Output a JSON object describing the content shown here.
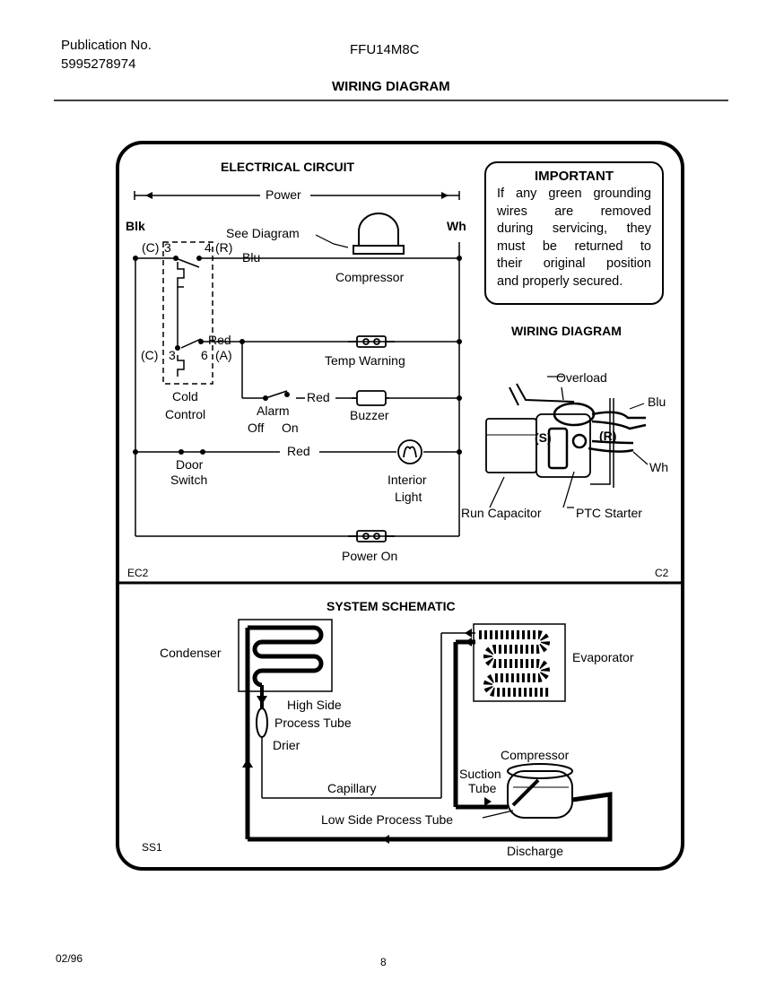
{
  "header": {
    "publication_label": "Publication No.",
    "publication_number": "5995278974",
    "model": "FFU14M8C",
    "page_title": "WIRING DIAGRAM"
  },
  "electrical": {
    "title": "ELECTRICAL CIRCUIT",
    "power": "Power",
    "blk": "Blk",
    "wh": "Wh",
    "c_top": "(C)",
    "n3_top": "3",
    "n4": "4",
    "r": "(R)",
    "see_diagram": "See Diagram",
    "blu": "Blu",
    "compressor": "Compressor",
    "red1": "Red",
    "c_bot": "(C)",
    "n3_bot": "3",
    "n6": "6",
    "a": "(A)",
    "temp_warning": "Temp Warning",
    "cold_control_1": "Cold",
    "cold_control_2": "Control",
    "alarm": "Alarm",
    "off": "Off",
    "on": "On",
    "red2": "Red",
    "buzzer": "Buzzer",
    "door_switch_1": "Door",
    "door_switch_2": "Switch",
    "red3": "Red",
    "interior_light_1": "Interior",
    "interior_light_2": "Light",
    "power_on": "Power On",
    "ec2": "EC2",
    "c2": "C2"
  },
  "important": {
    "title": "IMPORTANT",
    "lines": [
      "If any green grounding",
      "wires are removed",
      "during servicing, they",
      "must be returned to",
      "their original position",
      "and properly secured."
    ]
  },
  "wiring_detail": {
    "title": "WIRING DIAGRAM",
    "overload": "Overload",
    "blu": "Blu",
    "s": "(S)",
    "r": "(R)",
    "wh": "Wh",
    "run_capacitor": "Run Capacitor",
    "ptc_starter": "PTC Starter"
  },
  "schematic": {
    "title": "SYSTEM SCHEMATIC",
    "condenser": "Condenser",
    "evaporator": "Evaporator",
    "high_side_1": "High Side",
    "high_side_2": "Process Tube",
    "drier": "Drier",
    "capillary": "Capillary",
    "compressor": "Compressor",
    "suction_1": "Suction",
    "suction_2": "Tube",
    "low_side": "Low Side Process Tube",
    "discharge": "Discharge",
    "ss1": "SS1"
  },
  "footer": {
    "date": "02/96",
    "page_number": "8"
  }
}
